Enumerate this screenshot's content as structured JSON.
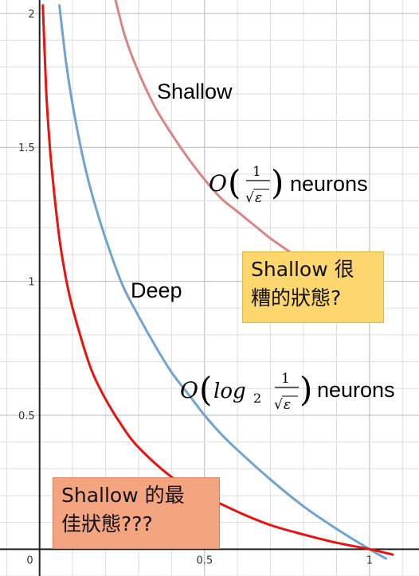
{
  "chart_data": {
    "type": "line",
    "title": "",
    "xlabel": "",
    "ylabel": "",
    "xlim": [
      -0.12,
      1.15
    ],
    "ylim": [
      -0.1,
      2.05
    ],
    "x_ticks": [
      {
        "value": 0,
        "label": "0"
      },
      {
        "value": 0.5,
        "label": "0.5"
      },
      {
        "value": 1,
        "label": "1"
      }
    ],
    "y_ticks": [
      {
        "value": 0.5,
        "label": "0.5"
      },
      {
        "value": 1,
        "label": "1"
      },
      {
        "value": 1.5,
        "label": "1.5"
      },
      {
        "value": 2,
        "label": "2"
      }
    ],
    "grid": true,
    "series": [
      {
        "name": "Shallow",
        "color": "#d98683",
        "x": [
          0.23,
          0.26,
          0.3,
          0.35,
          0.4,
          0.45,
          0.5,
          0.55,
          0.6,
          0.65,
          0.7,
          0.77
        ],
        "y": [
          2.05,
          1.91,
          1.78,
          1.65,
          1.55,
          1.46,
          1.38,
          1.31,
          1.26,
          1.21,
          1.16,
          1.1
        ]
      },
      {
        "name": "Deep",
        "color": "#6ea3d3",
        "x": [
          0.06,
          0.08,
          0.1,
          0.13,
          0.16,
          0.2,
          0.25,
          0.3,
          0.35,
          0.4,
          0.45,
          0.5,
          0.55,
          0.6,
          0.7,
          0.8,
          0.9,
          1.0,
          1.05
        ],
        "y": [
          2.03,
          1.82,
          1.66,
          1.47,
          1.32,
          1.16,
          0.99,
          0.87,
          0.76,
          0.66,
          0.58,
          0.5,
          0.43,
          0.37,
          0.26,
          0.16,
          0.076,
          0.0,
          -0.035
        ]
      },
      {
        "name": "",
        "color": "#e8130e",
        "x": [
          0.01,
          0.02,
          0.03,
          0.04,
          0.06,
          0.08,
          0.1,
          0.13,
          0.16,
          0.2,
          0.25,
          0.3,
          0.4,
          0.5,
          0.6,
          0.7,
          0.8,
          0.9,
          1.0,
          1.07
        ],
        "y": [
          2.03,
          1.71,
          1.52,
          1.38,
          1.16,
          1.01,
          0.9,
          0.77,
          0.66,
          0.56,
          0.46,
          0.38,
          0.27,
          0.2,
          0.14,
          0.09,
          0.055,
          0.024,
          0.0,
          -0.02
        ]
      }
    ],
    "annotations": {
      "shallow_label": "Shallow",
      "deep_label": "Deep",
      "shallow_formula": {
        "O": "O",
        "numerator": "1",
        "radical": "√",
        "epsilon": "ε",
        "suffix": "neurons"
      },
      "deep_formula": {
        "O": "O",
        "log": "log",
        "subscript": "2",
        "numerator": "1",
        "radical": "√",
        "epsilon": "ε",
        "suffix": "neurons"
      }
    }
  },
  "notes": {
    "shallow_bad_line1": "Shallow 很",
    "shallow_bad_line2": "糟的狀態?",
    "shallow_best_line1": "Shallow 的最",
    "shallow_best_line2": "佳狀態???"
  }
}
